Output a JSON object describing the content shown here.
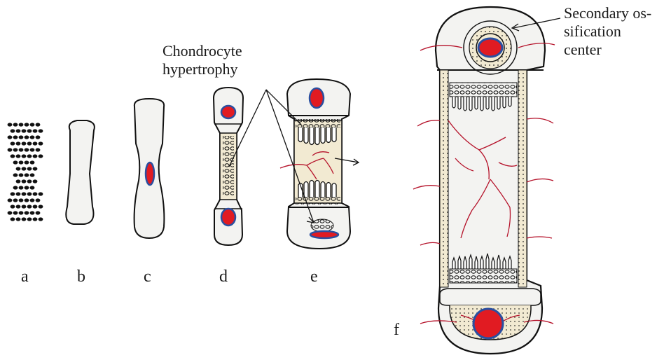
{
  "labels": {
    "hypertrophy_line1": "Chondrocyte",
    "hypertrophy_line2": "hypertrophy",
    "secondary_line1": "Secondary os-",
    "secondary_line2": "sification",
    "secondary_line3": "center",
    "stage_a": "a",
    "stage_b": "b",
    "stage_c": "c",
    "stage_d": "d",
    "stage_e": "e",
    "stage_f": "f"
  },
  "colors": {
    "ossification_center": "#e11b22",
    "center_outline": "#2a4fa0",
    "blood_vessel": "#b5122a",
    "cartilage": "#f3f3f1",
    "bone_matrix": "#f2ead2",
    "outline": "#111111"
  }
}
